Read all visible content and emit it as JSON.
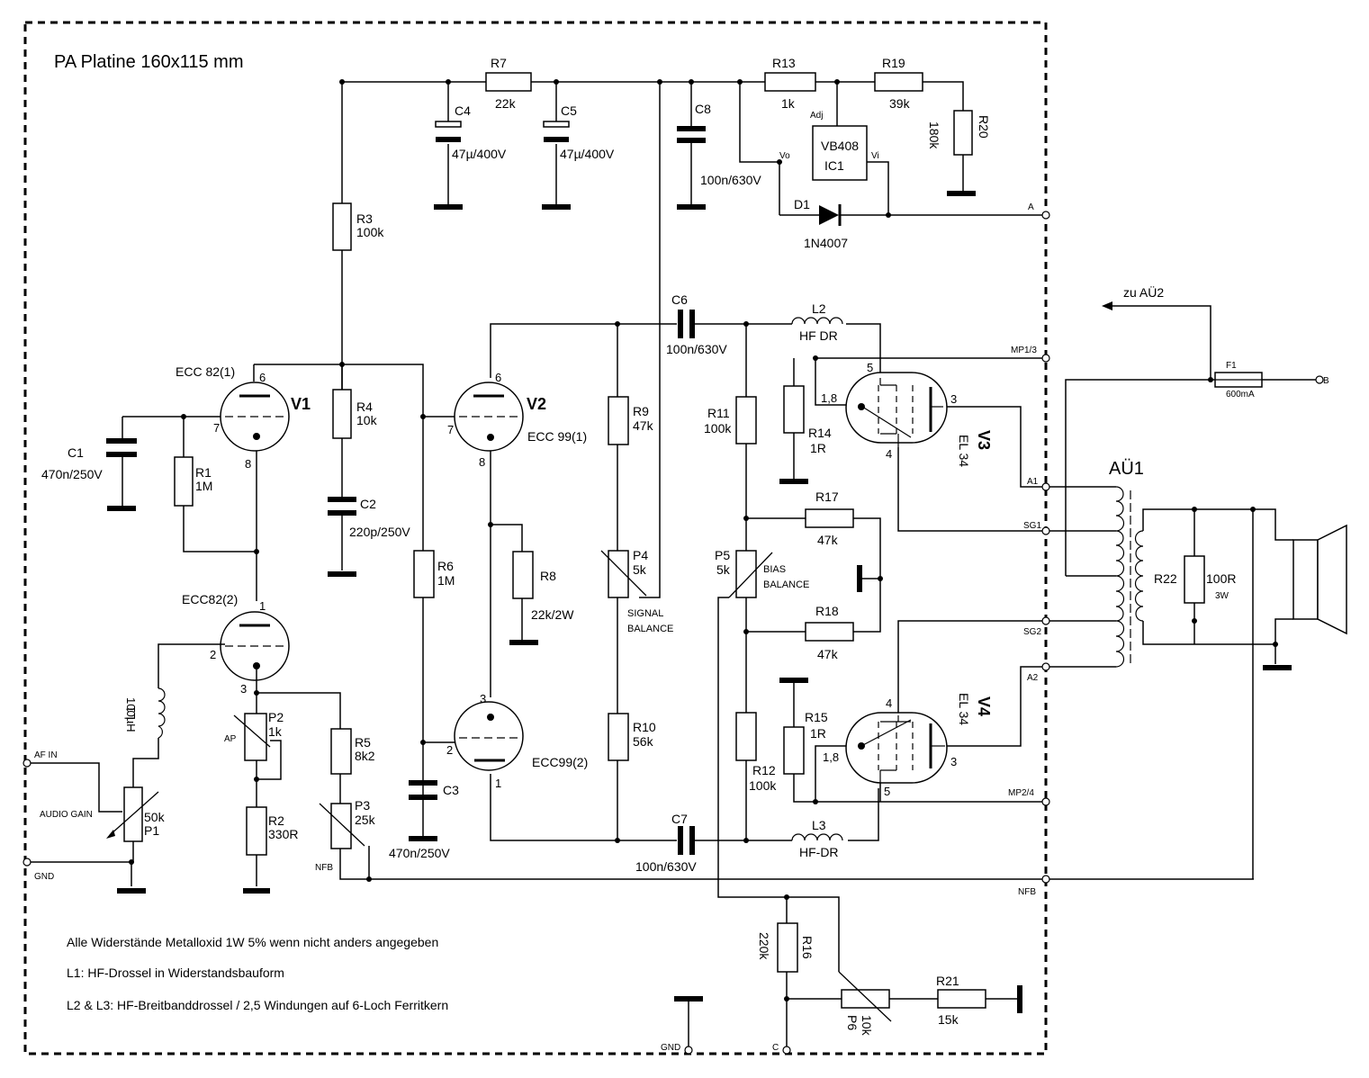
{
  "title": "PA Platine 160x115 mm",
  "notes": [
    "Alle Widerstände Metalloxid 1W 5% wenn nicht anders angegeben",
    "L1: HF-Drossel in Widerstandsbauform",
    "L2 & L3: HF-Breitbanddrossel / 2,5 Windungen auf 6-Loch Ferritkern"
  ],
  "tubes": {
    "v1": {
      "name": "ECC 82(1)",
      "ref": "V1",
      "pins": [
        "6",
        "7",
        "8"
      ]
    },
    "v1b": {
      "name": "ECC82(2)",
      "pins": [
        "1",
        "2",
        "3"
      ]
    },
    "v2": {
      "name": "ECC 99(1)",
      "ref": "V2",
      "pins": [
        "6",
        "7",
        "8"
      ]
    },
    "v2b": {
      "name": "ECC99(2)",
      "pins": [
        "3",
        "2",
        "1"
      ]
    },
    "v3": {
      "name": "EL 34",
      "ref": "V3",
      "pins": [
        "5",
        "1,8",
        "3",
        "4"
      ]
    },
    "v4": {
      "name": "EL 34",
      "ref": "V4",
      "pins": [
        "4",
        "1,8",
        "3",
        "5"
      ]
    }
  },
  "resistors": {
    "r1": {
      "ref": "R1",
      "value": "1M"
    },
    "r2": {
      "ref": "R2",
      "value": "330R"
    },
    "r3": {
      "ref": "R3",
      "value": "100k"
    },
    "r4": {
      "ref": "R4",
      "value": "10k"
    },
    "r5": {
      "ref": "R5",
      "value": "8k2"
    },
    "r6": {
      "ref": "R6",
      "value": "1M"
    },
    "r7": {
      "ref": "R7",
      "value": "22k"
    },
    "r8": {
      "ref": "R8",
      "value": "22k/2W"
    },
    "r9": {
      "ref": "R9",
      "value": "47k"
    },
    "r10": {
      "ref": "R10",
      "value": "56k"
    },
    "r11": {
      "ref": "R11",
      "value": "100k"
    },
    "r12": {
      "ref": "R12",
      "value": "100k"
    },
    "r13": {
      "ref": "R13",
      "value": "1k"
    },
    "r14": {
      "ref": "R14",
      "value": "1R"
    },
    "r15": {
      "ref": "R15",
      "value": "1R"
    },
    "r16": {
      "ref": "R16",
      "value": "220k"
    },
    "r17": {
      "ref": "R17",
      "value": "47k"
    },
    "r18": {
      "ref": "R18",
      "value": "47k"
    },
    "r19": {
      "ref": "R19",
      "value": "39k"
    },
    "r20": {
      "ref": "R20",
      "value": "180k"
    },
    "r21": {
      "ref": "R21",
      "value": "15k"
    },
    "r22": {
      "ref": "R22",
      "value": "100R",
      "extra": "3W"
    }
  },
  "pots": {
    "p1": {
      "ref": "P1",
      "value": "50k",
      "label": "AUDIO GAIN"
    },
    "p2": {
      "ref": "P2",
      "value": "1k",
      "label": "AP"
    },
    "p3": {
      "ref": "P3",
      "value": "25k",
      "label": "NFB"
    },
    "p4": {
      "ref": "P4",
      "value": "5k",
      "label1": "SIGNAL",
      "label2": "BALANCE"
    },
    "p5": {
      "ref": "P5",
      "value": "5k",
      "label1": "BIAS",
      "label2": "BALANCE"
    },
    "p6": {
      "ref": "P6",
      "value": "10k"
    }
  },
  "capacitors": {
    "c1": {
      "ref": "C1",
      "value": "470n/250V"
    },
    "c2": {
      "ref": "C2",
      "value": "220p/250V"
    },
    "c3": {
      "ref": "C3",
      "value": "470n/250V"
    },
    "c4": {
      "ref": "C4",
      "value": "47µ/400V"
    },
    "c5": {
      "ref": "C5",
      "value": "47µ/400V"
    },
    "c6": {
      "ref": "C6",
      "value": "100n/630V"
    },
    "c7": {
      "ref": "C7",
      "value": "100n/630V"
    },
    "c8": {
      "ref": "C8",
      "value": "100n/630V"
    }
  },
  "inductors": {
    "l1": {
      "ref": "L1",
      "value": "100µH"
    },
    "l2": {
      "ref": "L2",
      "value": "HF DR"
    },
    "l3": {
      "ref": "L3",
      "value": "HF-DR"
    }
  },
  "ic1": {
    "part": "VB408",
    "ref": "IC1",
    "adj": "Adj",
    "vo": "Vo",
    "vi": "Vi"
  },
  "d1": {
    "ref": "D1",
    "part": "1N4007"
  },
  "fuse": {
    "ref": "F1",
    "value": "600mA"
  },
  "transformer": {
    "ref": "AÜ1"
  },
  "arrow_label": "zu AÜ2",
  "terminals": {
    "af_in": "AF IN",
    "gnd": "GND",
    "a": "A",
    "b": "B",
    "c": "C",
    "mp13": "MP1/3",
    "mp24": "MP2/4",
    "a1": "A1",
    "a2": "A2",
    "sg1": "SG1",
    "sg2": "SG2",
    "nfb": "NFB",
    "gnd_bottom": "GND"
  }
}
